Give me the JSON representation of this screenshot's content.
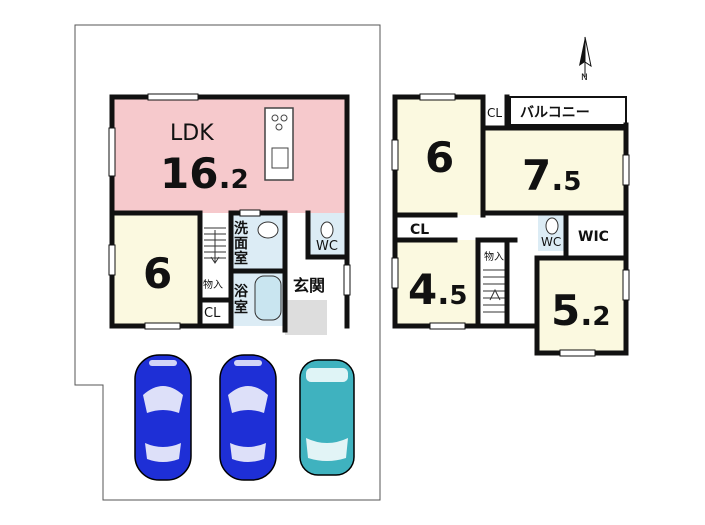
{
  "compass": {
    "north_label": "N"
  },
  "first_floor": {
    "ldk": {
      "name": "LDK",
      "size_int": "16",
      "size_dec": "2"
    },
    "room_west": {
      "size": "6"
    },
    "storage": "物入",
    "closet": "CL",
    "washroom": [
      "洗",
      "面",
      "室"
    ],
    "bath": [
      "浴",
      "室"
    ],
    "toilet": "WC",
    "entrance": "玄関"
  },
  "second_floor": {
    "balcony": "バルコニー",
    "closet_top": "CL",
    "room_nw": {
      "size": "6"
    },
    "room_ne": {
      "size_int": "7",
      "size_dec": "5"
    },
    "closet_mid": "CL",
    "toilet": "WC",
    "wic": "WIC",
    "storage": "物入",
    "room_sw": {
      "size_int": "4",
      "size_dec": "5"
    },
    "room_se": {
      "size_int": "5",
      "size_dec": "2"
    }
  },
  "colors": {
    "ldk_fill": "#f6c9cc",
    "room_fill": "#fbf9e0",
    "wet_fill": "#dcecf5",
    "wall": "#111111",
    "car_blue": "#1e2fd6",
    "car_teal": "#3fb2bf"
  },
  "parking": {
    "cars": [
      "car-blue",
      "car-blue",
      "car-teal"
    ]
  }
}
